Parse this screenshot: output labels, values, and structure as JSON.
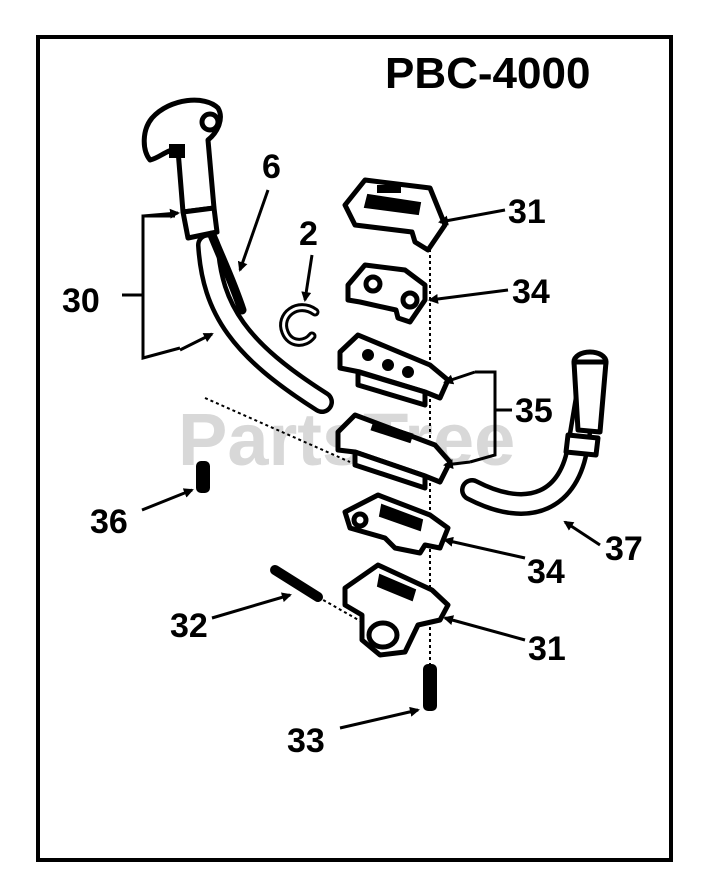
{
  "diagram": {
    "model_label": "PBC-4000",
    "watermark": "PartsTree",
    "callouts": [
      {
        "id": "c30",
        "label": "30"
      },
      {
        "id": "c6",
        "label": "6"
      },
      {
        "id": "c2",
        "label": "2"
      },
      {
        "id": "c31_top",
        "label": "31"
      },
      {
        "id": "c34_top",
        "label": "34"
      },
      {
        "id": "c35",
        "label": "35"
      },
      {
        "id": "c36",
        "label": "36"
      },
      {
        "id": "c34_bot",
        "label": "34"
      },
      {
        "id": "c37",
        "label": "37"
      },
      {
        "id": "c32",
        "label": "32"
      },
      {
        "id": "c31_bot",
        "label": "31"
      },
      {
        "id": "c33",
        "label": "33"
      }
    ]
  }
}
